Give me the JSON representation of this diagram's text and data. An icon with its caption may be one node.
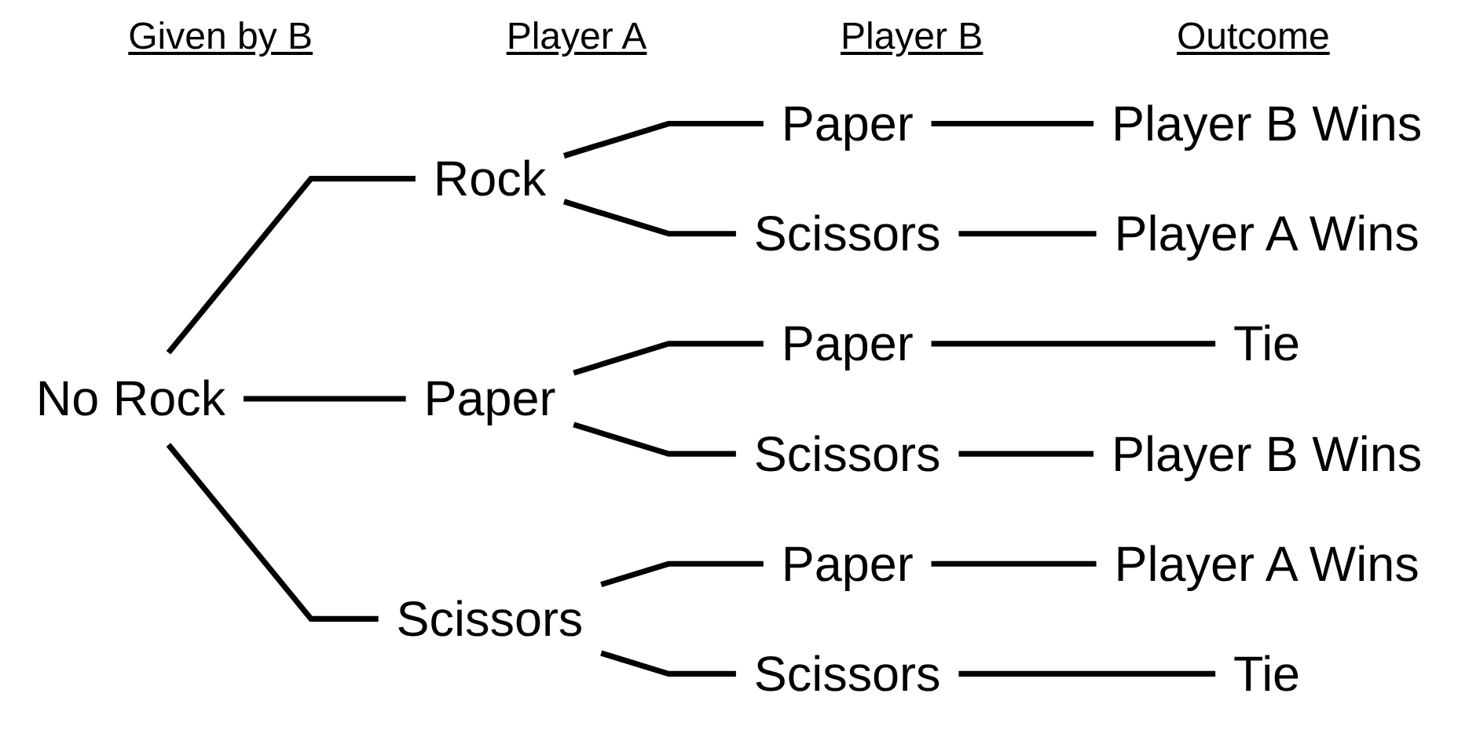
{
  "diagram": {
    "nodes": [
      {
        "text": [
          "No Rock"
        ]
      },
      {
        "text": [
          "Rock"
        ]
      },
      {
        "text": [
          "Paper"
        ]
      },
      {
        "text": [
          "Scissors"
        ]
      },
      {
        "text": [
          "Paper"
        ]
      },
      {
        "text": [
          "Scissors"
        ]
      },
      {
        "text": [
          "Paper"
        ]
      },
      {
        "text": [
          "Scissors"
        ]
      },
      {
        "text": [
          "Paper"
        ]
      },
      {
        "text": [
          "Scissors"
        ]
      },
      {
        "text": [
          "Player B Wins"
        ]
      },
      {
        "text": [
          "Player A Wins"
        ]
      },
      {
        "text": [
          "Tie"
        ]
      },
      {
        "text": [
          "Player B Wins"
        ]
      },
      {
        "text": [
          "Player A Wins"
        ]
      },
      {
        "text": [
          "Tie"
        ]
      }
    ],
    "edges": [
      {
        "from": 0,
        "to": 1,
        "arrow": "none"
      },
      {
        "from": 0,
        "to": 2,
        "arrow": "none"
      },
      {
        "from": 0,
        "to": 3,
        "arrow": "none"
      },
      {
        "from": 1,
        "to": 4,
        "arrow": "none"
      },
      {
        "from": 1,
        "to": 5,
        "arrow": "none"
      },
      {
        "from": 2,
        "to": 6,
        "arrow": "none"
      },
      {
        "from": 2,
        "to": 7,
        "arrow": "none"
      },
      {
        "from": 3,
        "to": 8,
        "arrow": "none"
      },
      {
        "from": 3,
        "to": 9,
        "arrow": "none"
      },
      {
        "from": 4,
        "to": 10,
        "arrow": "none"
      },
      {
        "from": 5,
        "to": 11,
        "arrow": "none"
      },
      {
        "from": 6,
        "to": 12,
        "arrow": "none"
      },
      {
        "from": 7,
        "to": 13,
        "arrow": "none"
      },
      {
        "from": 8,
        "to": 14,
        "arrow": "none"
      },
      {
        "from": 9,
        "to": 15,
        "arrow": "none"
      }
    ],
    "labels": [
      "Given by B",
      "Player A",
      "Player B",
      "Outcome"
    ]
  }
}
